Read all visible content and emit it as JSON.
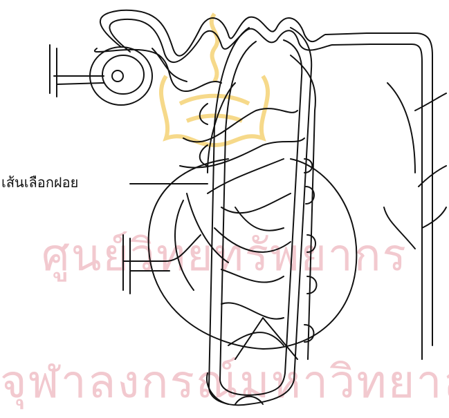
{
  "watermark": {
    "line1": "ศูนย์วิทยทรัพยากร",
    "line2": "จุฬาลงกรณ์มหาวิทยาลัย"
  },
  "label": {
    "text": "เส้นเลือกฝอย"
  },
  "colors": {
    "ink": "#111111",
    "watermark": "#f2c9cf",
    "logo": "#f6d98a"
  }
}
